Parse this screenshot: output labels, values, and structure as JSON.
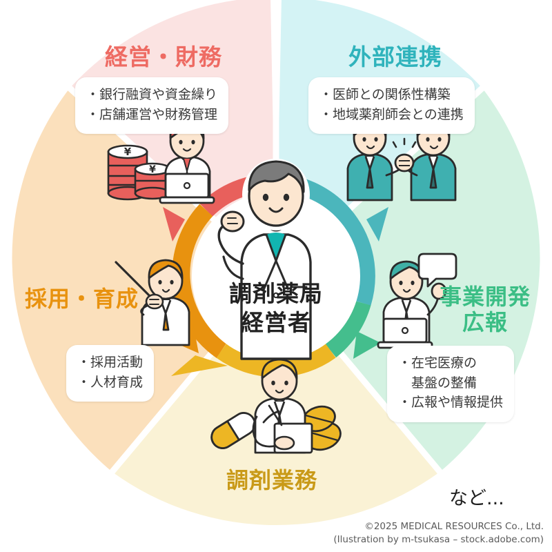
{
  "center": {
    "title_line1": "調剤薬局",
    "title_line2": "経営者",
    "text_color": "#222222",
    "circle_color": "#ffffff"
  },
  "segments": [
    {
      "id": "management-finance",
      "label": "経営・財務",
      "label_color": "#EE6B63",
      "ring_color": "#E8605C",
      "wedge_color": "#FBE3E2",
      "bullets": [
        "・銀行融資や資金繰り",
        "・店舗運営や財務管理"
      ],
      "illustration": "coins-and-person-at-laptop"
    },
    {
      "id": "external-cooperation",
      "label": "外部連携",
      "label_color": "#2FB3BC",
      "ring_color": "#4BB6BC",
      "wedge_color": "#D4F3F5",
      "bullets": [
        "・医師との関係性構築",
        "・地域薬剤師会との連携"
      ],
      "illustration": "two-people-handshake"
    },
    {
      "id": "business-development-pr",
      "label_line1": "事業開発",
      "label_line2": "広報",
      "label": "事業開発 広報",
      "label_color": "#3BBE85",
      "ring_color": "#44BE8D",
      "wedge_color": "#D4F2E2",
      "bullets": [
        "・在宅医療の",
        "　基盤の整備",
        "・広報や情報提供"
      ],
      "illustration": "person-with-laptop-and-speech-bubble"
    },
    {
      "id": "dispensing-work",
      "label": "調剤業務",
      "label_color": "#C99A18",
      "ring_color": "#EDB624",
      "wedge_color": "#FAF2D5",
      "bullets": [],
      "illustration": "pharmacist-with-clipboard-and-pills"
    },
    {
      "id": "recruiting-training",
      "label": "採用・育成",
      "label_color": "#E8920F",
      "ring_color": "#E8920F",
      "wedge_color": "#FBE0BC",
      "bullets": [
        "・採用活動",
        "・人材育成"
      ],
      "illustration": "teacher-with-pointer"
    }
  ],
  "etc_note": "など...",
  "credit": {
    "line1": "©2025 MEDICAL RESOURCES Co., Ltd.",
    "line2": "(Ilustration by m-tsukasa – stock.adobe.com)"
  }
}
